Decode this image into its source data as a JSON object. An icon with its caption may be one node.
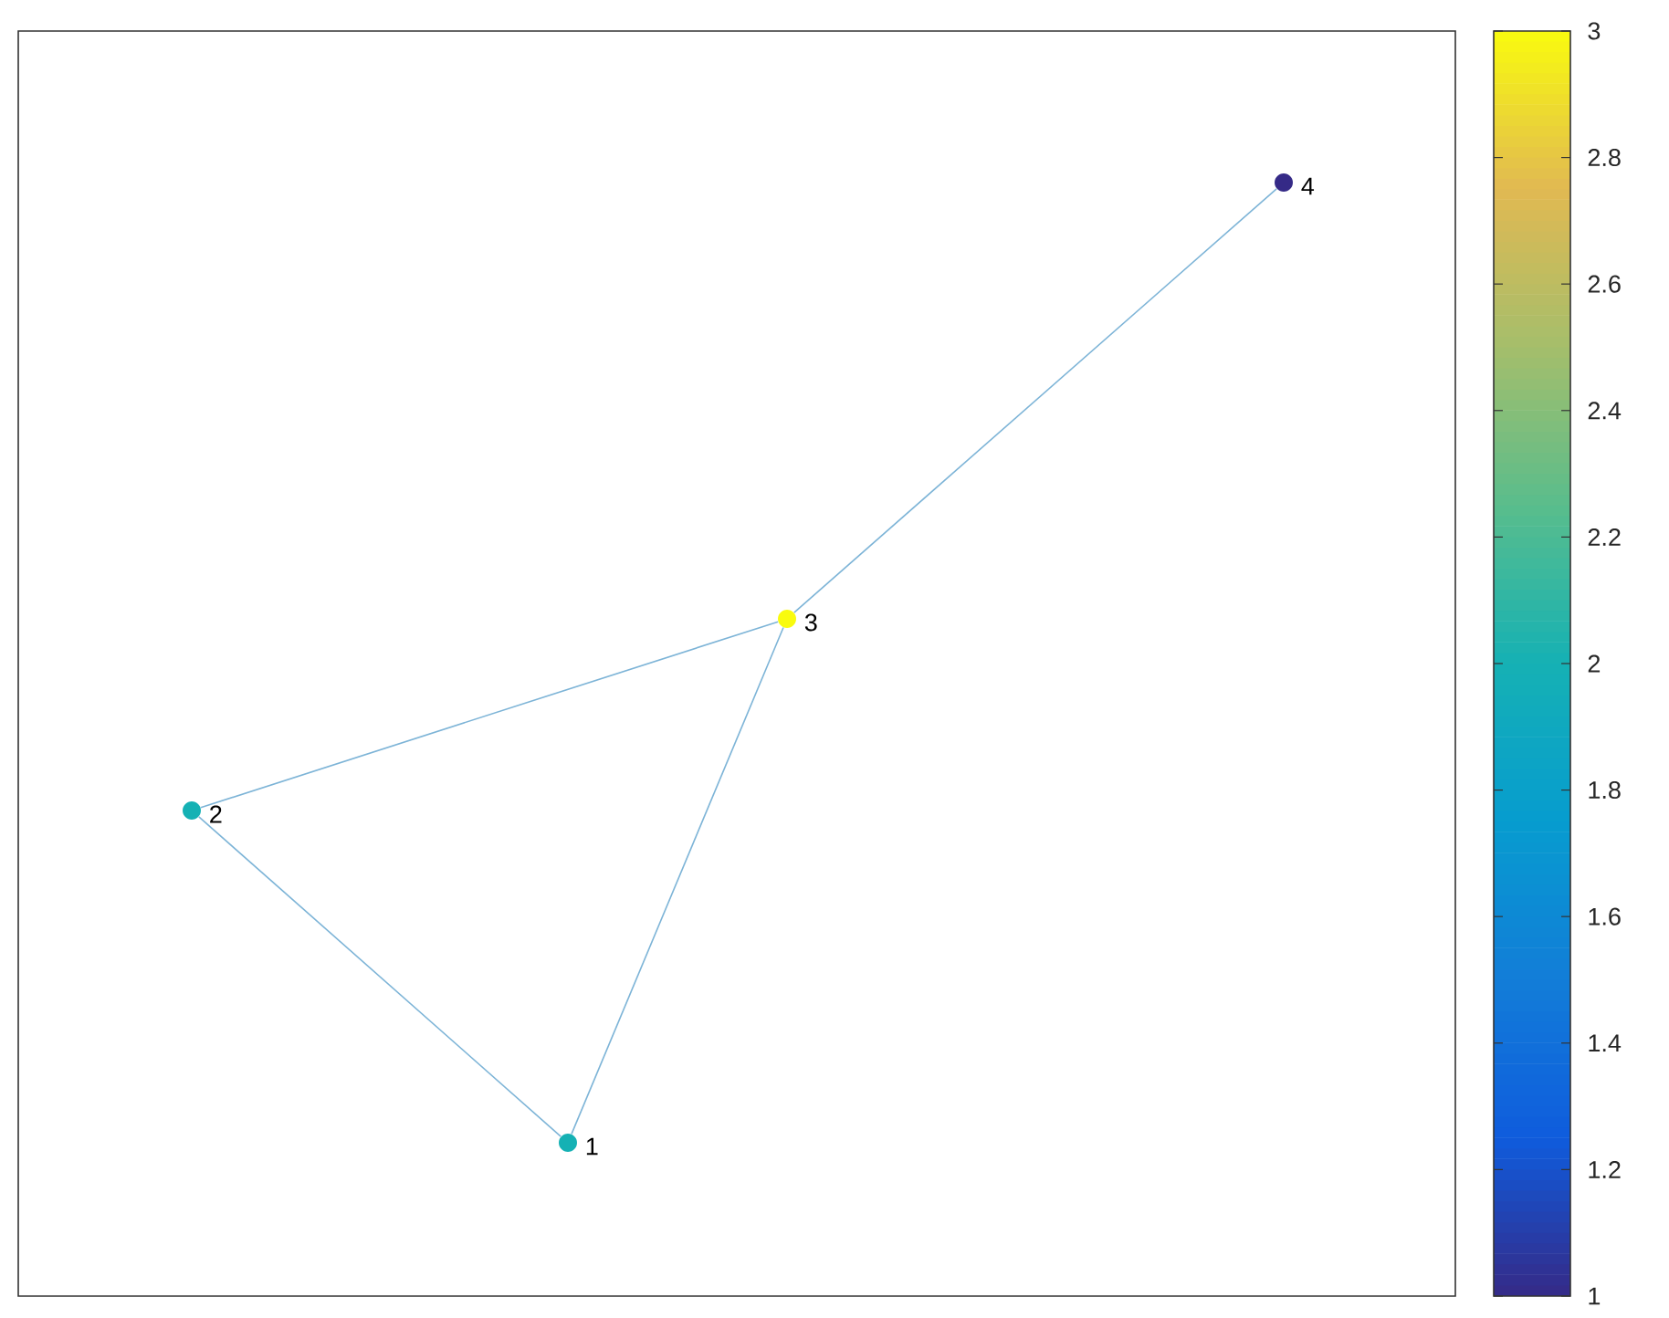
{
  "diagram": {
    "nodes": [
      {
        "text": [],
        "shape": "circle",
        "beside": [
          "1"
        ]
      },
      {
        "text": [],
        "shape": "circle",
        "beside": [
          "2"
        ]
      },
      {
        "text": [],
        "shape": "circle",
        "beside": [
          "3"
        ]
      },
      {
        "text": [],
        "shape": "circle",
        "beside": [
          "4"
        ]
      }
    ],
    "edges": [
      {
        "from": 0,
        "to": 1,
        "arrow": "none"
      },
      {
        "from": 0,
        "to": 2,
        "arrow": "none"
      },
      {
        "from": 1,
        "to": 2,
        "arrow": "none"
      },
      {
        "from": 2,
        "to": 3,
        "arrow": "none"
      }
    ],
    "labels": [
      "3",
      "2.8",
      "2.6",
      "2.4",
      "2.2",
      "2",
      "1.8",
      "1.6",
      "1.4",
      "1.2",
      "1"
    ]
  }
}
